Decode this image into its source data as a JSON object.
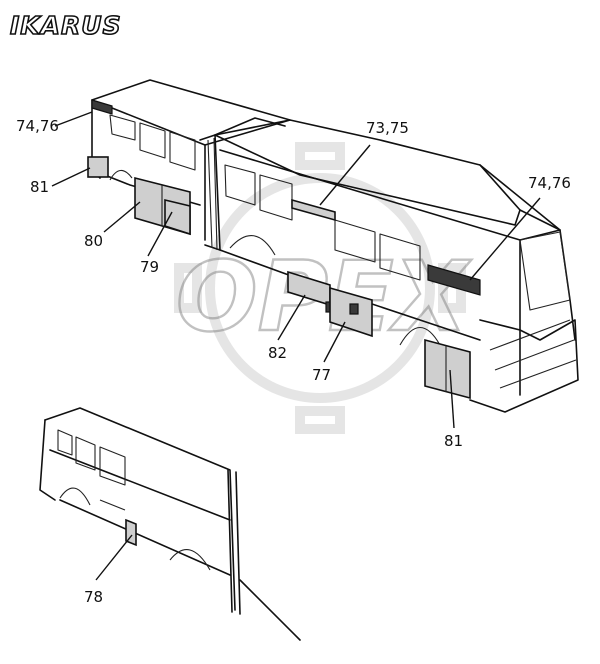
{
  "brand_logo": "IKARUS",
  "watermark": "OPEX",
  "callouts": [
    {
      "id": "c1",
      "text": "74,76"
    },
    {
      "id": "c2",
      "text": "81"
    },
    {
      "id": "c3",
      "text": "80"
    },
    {
      "id": "c4",
      "text": "79"
    },
    {
      "id": "c5",
      "text": "73,75"
    },
    {
      "id": "c6",
      "text": "74,76"
    },
    {
      "id": "c7",
      "text": "82"
    },
    {
      "id": "c8",
      "text": "77"
    },
    {
      "id": "c9",
      "text": "81"
    },
    {
      "id": "c10",
      "text": "78"
    }
  ]
}
